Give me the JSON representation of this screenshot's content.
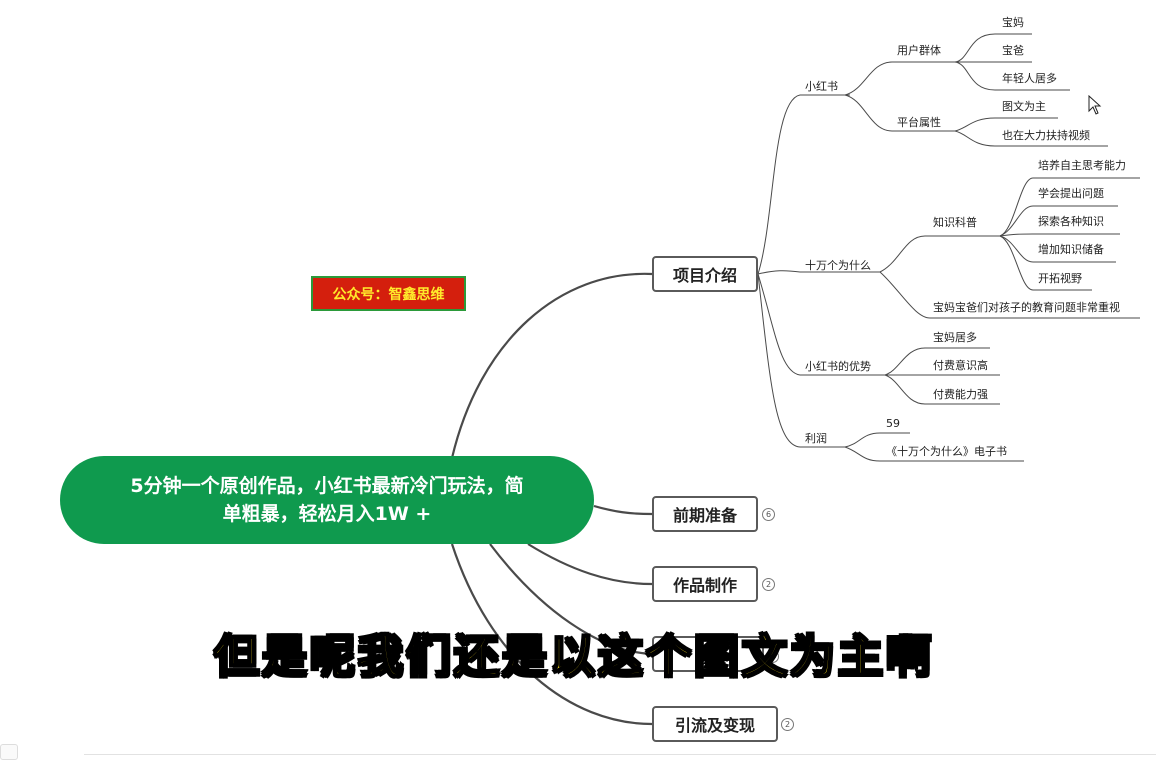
{
  "watermark": "公众号：智鑫思维",
  "root": {
    "line1": "5分钟一个原创作品，小红书最新冷门玩法，简",
    "line2": "单粗暴，轻松月入1W +"
  },
  "branches": {
    "b1": {
      "label": "项目介绍"
    },
    "b2": {
      "label": "前期准备",
      "badge": "6"
    },
    "b3": {
      "label": "作品制作",
      "badge": "2"
    },
    "b4": {
      "label": "",
      "badge": ""
    },
    "b5": {
      "label": "引流及变现",
      "badge": "2"
    }
  },
  "tree": {
    "xiaohongshu": "小红书",
    "users": "用户群体",
    "baoma": "宝妈",
    "baoba": "宝爸",
    "young": "年轻人居多",
    "platform": "平台属性",
    "tuwen": "图文为主",
    "video": "也在大力扶持视频",
    "why": "十万个为什么",
    "knowledge": "知识科普",
    "k1": "培养自主思考能力",
    "k2": "学会提出问题",
    "k3": "探索各种知识",
    "k4": "增加知识储备",
    "k5": "开拓视野",
    "parents": "宝妈宝爸们对孩子的教育问题非常重视",
    "advantage": "小红书的优势",
    "a1": "宝妈居多",
    "a2": "付费意识高",
    "a3": "付费能力强",
    "profit": "利润",
    "price": "59",
    "ebook": "《十万个为什么》电子书"
  },
  "subtitle": "但是呢我们还是以这个图文为主啊",
  "icons": {
    "cursor": "mouse-pointer-icon"
  }
}
